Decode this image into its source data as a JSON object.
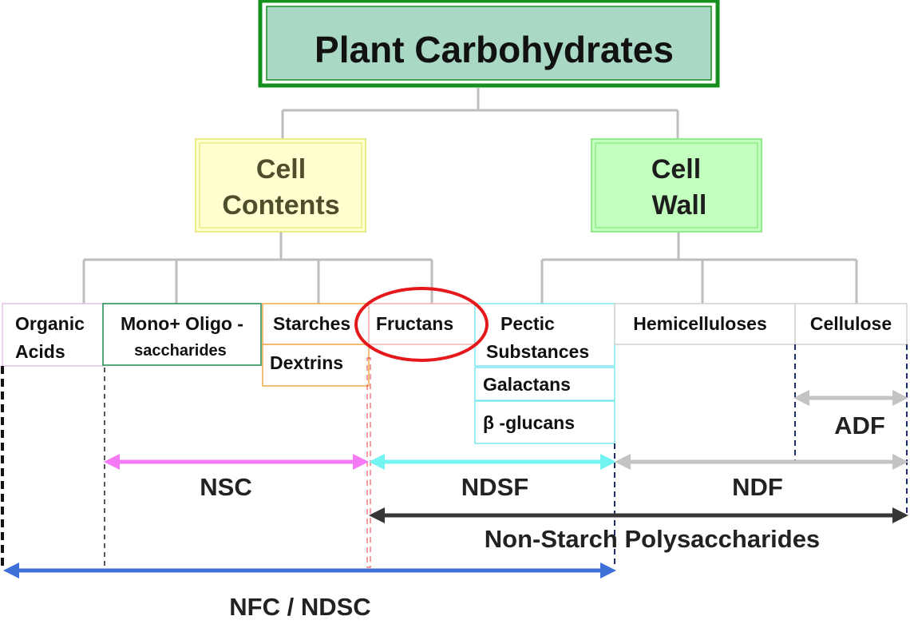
{
  "title": "Plant Carbohydrates",
  "groups": {
    "cell_contents": [
      "Cell",
      "Contents"
    ],
    "cell_wall": [
      "Cell",
      "Wall"
    ]
  },
  "components": {
    "organic_acids": [
      "Organic",
      "Acids"
    ],
    "mono_oligo": [
      "Mono+ Oligo -",
      "saccharides"
    ],
    "starches": "Starches",
    "dextrins": "Dextrins",
    "fructans": "Fructans",
    "pectic": [
      "Pectic",
      "Substances"
    ],
    "galactans": "Galactans",
    "beta_glucans": "β -glucans",
    "hemicelluloses": "Hemicelluloses",
    "cellulose": "Cellulose"
  },
  "fractions": {
    "adf": "ADF",
    "nsc": "NSC",
    "ndsf": "NDSF",
    "ndf": "NDF",
    "nsp": "Non-Starch Polysaccharides",
    "nfc": "NFC / NDSC"
  },
  "colors": {
    "title_fill": "#a9d8c4",
    "title_border": "#15901f",
    "cell_contents_fill": "#ffffd0",
    "cell_contents_border": "#ecec86",
    "cell_contents_text": "#4e4e2c",
    "cell_wall_fill": "#c3ffbf",
    "cell_wall_border": "#92ed86",
    "connector": "#bdbdbd",
    "organic_acids_border": "#e6c2ea",
    "mono_oligo_border": "#1c8a4c",
    "starches_border": "#efaa4a",
    "fructans_border": "#f3b4b4",
    "pectic_border": "#7be9ef",
    "hemicellulose_border": "#d0d0d0",
    "nsc_arrow": "#f57af5",
    "ndsf_arrow": "#74f3f3",
    "ndf_arrow": "#c4c4c4",
    "nsp_arrow": "#363636",
    "nfc_arrow": "#3e70d6",
    "highlight_circle": "#e5191b",
    "divider_red": "#e63c3c",
    "divider_navy": "#1d2c6b"
  }
}
